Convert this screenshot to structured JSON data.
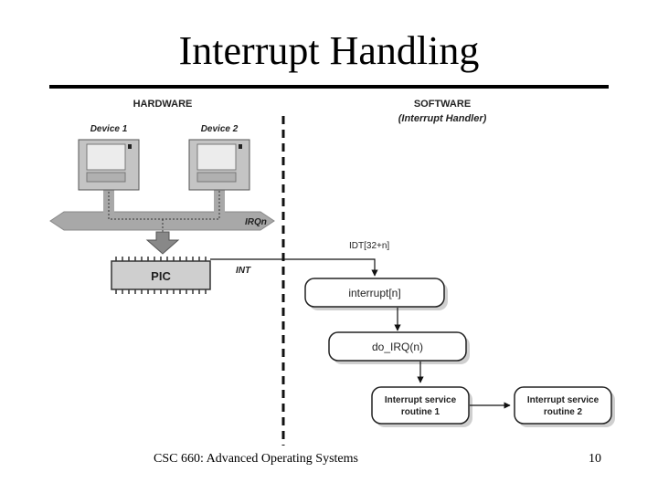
{
  "slide": {
    "title": "Interrupt Handling",
    "footer_course": "CSC 660: Advanced Operating Systems",
    "page_number": "10"
  },
  "diagram": {
    "hardware_heading": "HARDWARE",
    "software_heading": "SOFTWARE",
    "software_subheading": "(Interrupt Handler)",
    "device1_label": "Device 1",
    "device2_label": "Device 2",
    "irq_label": "IRQn",
    "pic_label": "PIC",
    "int_label": "INT",
    "idt_label": "IDT[32+n]",
    "interrupt_box": "interrupt[n]",
    "do_irq_box": "do_IRQ(n)",
    "isr1_line1": "Interrupt service",
    "isr1_line2": "routine 1",
    "isr2_line1": "Interrupt service",
    "isr2_line2": "routine 2"
  }
}
